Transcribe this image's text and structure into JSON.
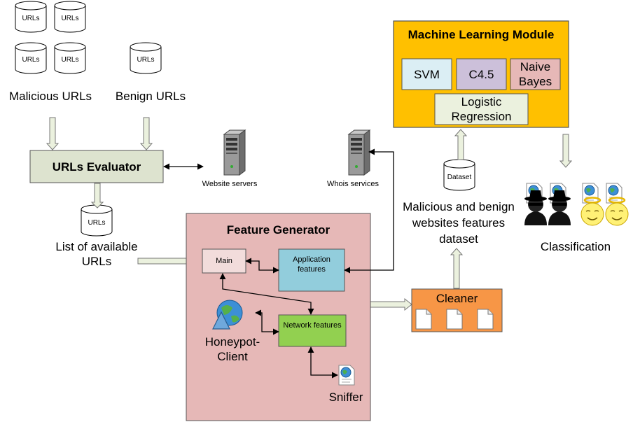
{
  "nodes": {
    "url_db_label": "URLs",
    "malicious_urls": "Malicious URLs",
    "benign_urls": "Benign URLs",
    "urls_evaluator": "URLs Evaluator",
    "website_servers": "Website servers",
    "whois_services": "Whois services",
    "list_available": "List of available URLs",
    "feature_generator": "Feature Generator",
    "main": "Main",
    "application_features": "Application features",
    "network_features": "Network features",
    "honeypot_client": "Honeypot-Client",
    "sniffer": "Sniffer",
    "ml_module": "Machine Learning Module",
    "svm": "SVM",
    "c45": "C4.5",
    "naive_bayes": "Naive Bayes",
    "logistic_regression": "Logistic Regression",
    "dataset": "Dataset",
    "dataset_desc": "Malicious and benign websites features dataset",
    "cleaner": "Cleaner",
    "classification": "Classification"
  },
  "colors": {
    "evaluator_fill": "#dde3cf",
    "feature_gen_fill": "#e6b8b7",
    "app_features_fill": "#92cddc",
    "net_features_fill": "#92d050",
    "ml_module_fill": "#ffc000",
    "svm_fill": "#dbeef4",
    "c45_fill": "#ccc0da",
    "naive_fill": "#e6b8b7",
    "logistic_fill": "#ebf1de",
    "cleaner_fill": "#f79646"
  },
  "icons": {
    "server": "server-icon",
    "globe": "globe-icon",
    "document": "document-icon",
    "spy": "spy-icon",
    "angel": "angel-smiley-icon"
  }
}
